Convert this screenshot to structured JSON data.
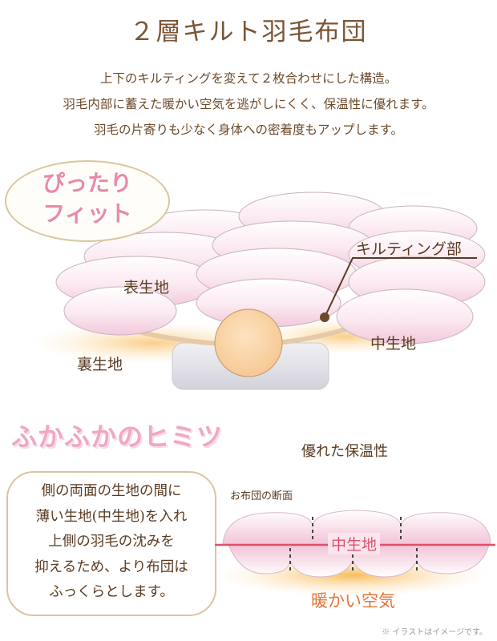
{
  "title": "２層キルト羽毛布団",
  "lead": [
    "上下のキルティングを変えて２枚合わせにした構造。",
    "羽毛内部に蓄えた暖かい空気を逃がしにくく、保温性に優れます。",
    "羽毛の片寄りも少なく身体への密着度もアップします。"
  ],
  "fit_badge": {
    "line1": "ぴったり",
    "line2": "フィット"
  },
  "diagram": {
    "quilting": "キルティング部",
    "outer": "表生地",
    "middle": "中生地",
    "inner": "裏生地"
  },
  "secret_heading": "ふかふかのヒミツ",
  "heat_title": "優れた保温性",
  "explanation": [
    "側の両面の生地の間に",
    "薄い生地(中生地)を入れ",
    "上側の羽毛の沈みを",
    "抑えるため、より布団は",
    "ふっくらとします。"
  ],
  "cross_section": {
    "label": "お布団の断面",
    "middle": "中生地",
    "warm_air": "暖かい空気"
  },
  "note": "※ イラストはイメージです。",
  "colors": {
    "pink": "#f0a6c4",
    "middle_line": "#e0506a",
    "warm": "#e8733a",
    "brown": "#6b4a2a"
  }
}
